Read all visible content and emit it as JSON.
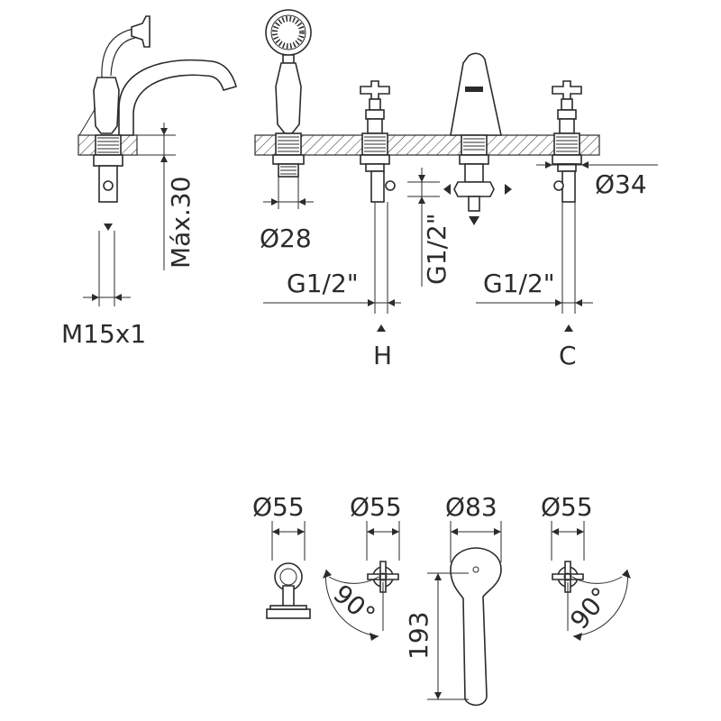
{
  "labels": {
    "thread_left": "M15x1",
    "max_thickness": "Máx.30",
    "shower_dia": "Ø28",
    "g_hot": "G1/2\"",
    "g_mid": "G1/2\"",
    "g_cold": "G1/2\"",
    "valve_dia": "Ø34",
    "hot": "H",
    "cold": "C",
    "dia_1": "Ø55",
    "dia_2": "Ø55",
    "dia_3": "Ø83",
    "dia_4": "Ø55",
    "spout_length": "193",
    "angle_left": "90°",
    "angle_right": "90°"
  }
}
